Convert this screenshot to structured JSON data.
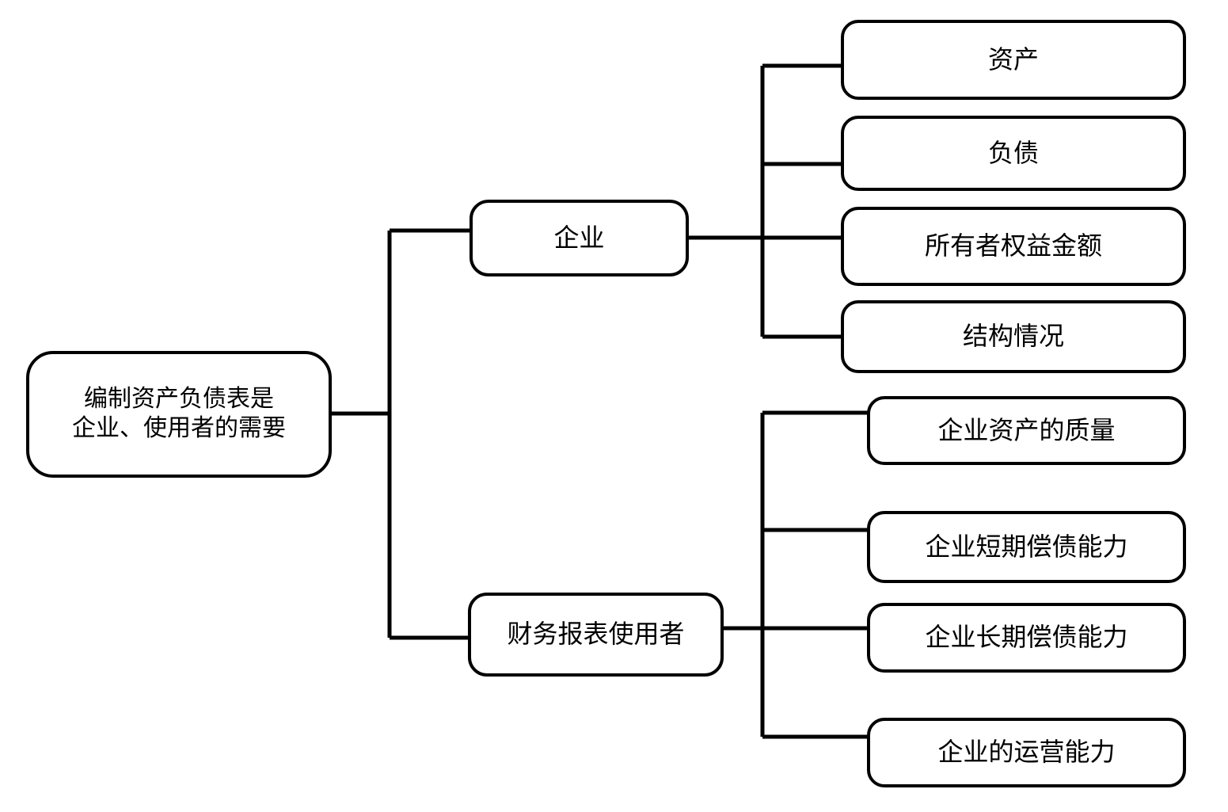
{
  "diagram": {
    "type": "tree-mindmap",
    "orientation": "left-to-right",
    "line_color": "#000000",
    "node_border_color": "#000000",
    "node_fill_color": "#ffffff",
    "text_color": "#000000",
    "root": {
      "label": "编制资产负债表是\n企业、使用者的需要"
    },
    "branches": [
      {
        "label": "企业",
        "children": [
          {
            "label": "资产"
          },
          {
            "label": "负债"
          },
          {
            "label": "所有者权益金额"
          },
          {
            "label": "结构情况"
          }
        ]
      },
      {
        "label": "财务报表使用者",
        "children": [
          {
            "label": "企业资产的质量"
          },
          {
            "label": "企业短期偿债能力"
          },
          {
            "label": "企业长期偿债能力"
          },
          {
            "label": "企业的运营能力"
          }
        ]
      }
    ]
  }
}
